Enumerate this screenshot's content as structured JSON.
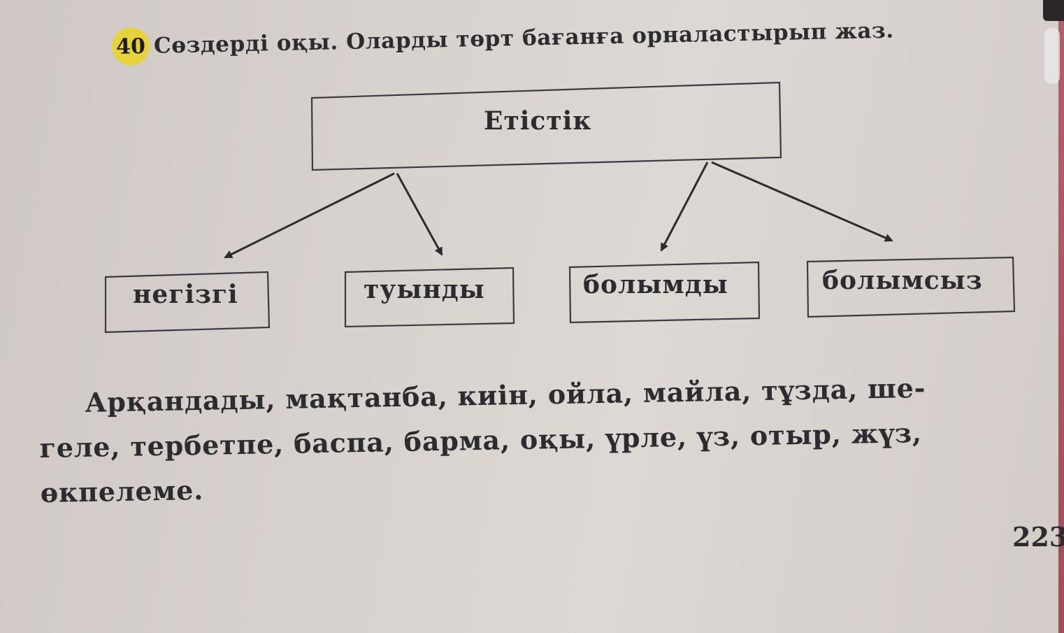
{
  "task": {
    "number": "40",
    "instruction": "Сөздерді оқы. Оларды төрт бағанға орналастырып жаз."
  },
  "diagram": {
    "root": "Етістік",
    "children": [
      "негізгі",
      "туынды",
      "болымды",
      "болымсыз"
    ]
  },
  "words": {
    "line1": "Арқандады, мақтанба,  киін, ойла, майла, тұзда, ше-",
    "line2": "геле, тербетпе, баспа, барма, оқы, үрле, үз, отыр, жүз,",
    "line3": "өкпелеме."
  },
  "page_number": "223",
  "colors": {
    "highlight": "#e7d23c",
    "ink": "#2b2b30"
  }
}
